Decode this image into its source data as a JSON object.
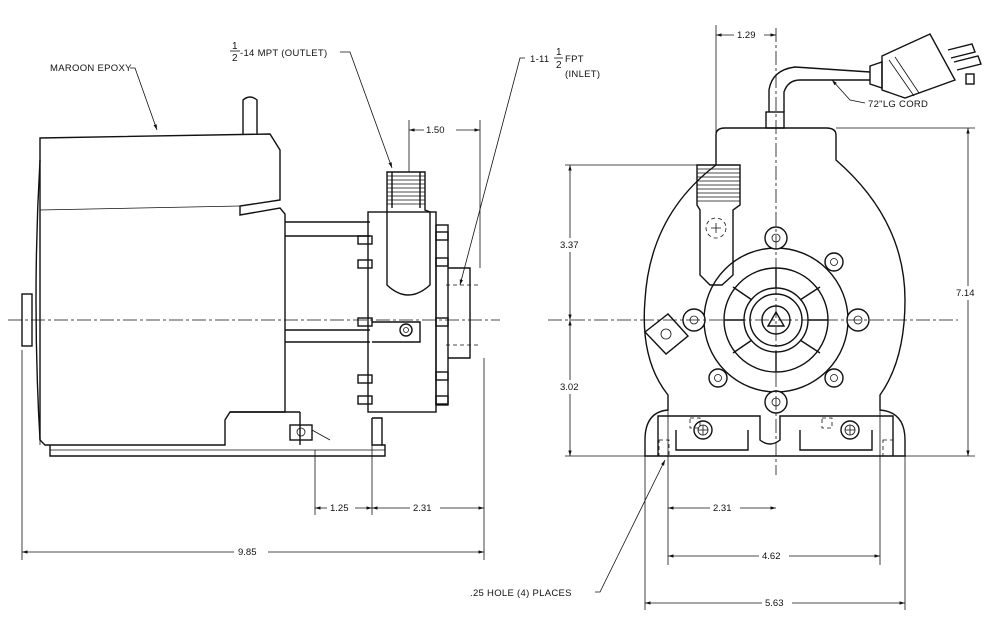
{
  "labels": {
    "maroon_epoxy": "MAROON EPOXY",
    "outlet_frac_num": "1",
    "outlet_frac_den": "2",
    "outlet_text": "-14  MPT  (OUTLET)",
    "inlet_prefix": "1-11",
    "inlet_frac_num": "1",
    "inlet_frac_den": "2",
    "inlet_suffix": "FPT",
    "inlet_text2": "(INLET)",
    "cord": "72\"LG  CORD",
    "hole": ".25  HOLE  (4)  PLACES"
  },
  "dimensions": {
    "side_outlet_offset": "1.50",
    "side_foot_a": "1.25",
    "side_foot_b": "2.31",
    "side_overall_length": "9.85",
    "front_cord_offset": "1.29",
    "front_upper_height": "3.37",
    "front_lower_height": "3.02",
    "front_overall_height": "7.14",
    "front_hole_offset": "2.31",
    "front_hole_spacing": "4.62",
    "front_base_width": "5.63"
  }
}
